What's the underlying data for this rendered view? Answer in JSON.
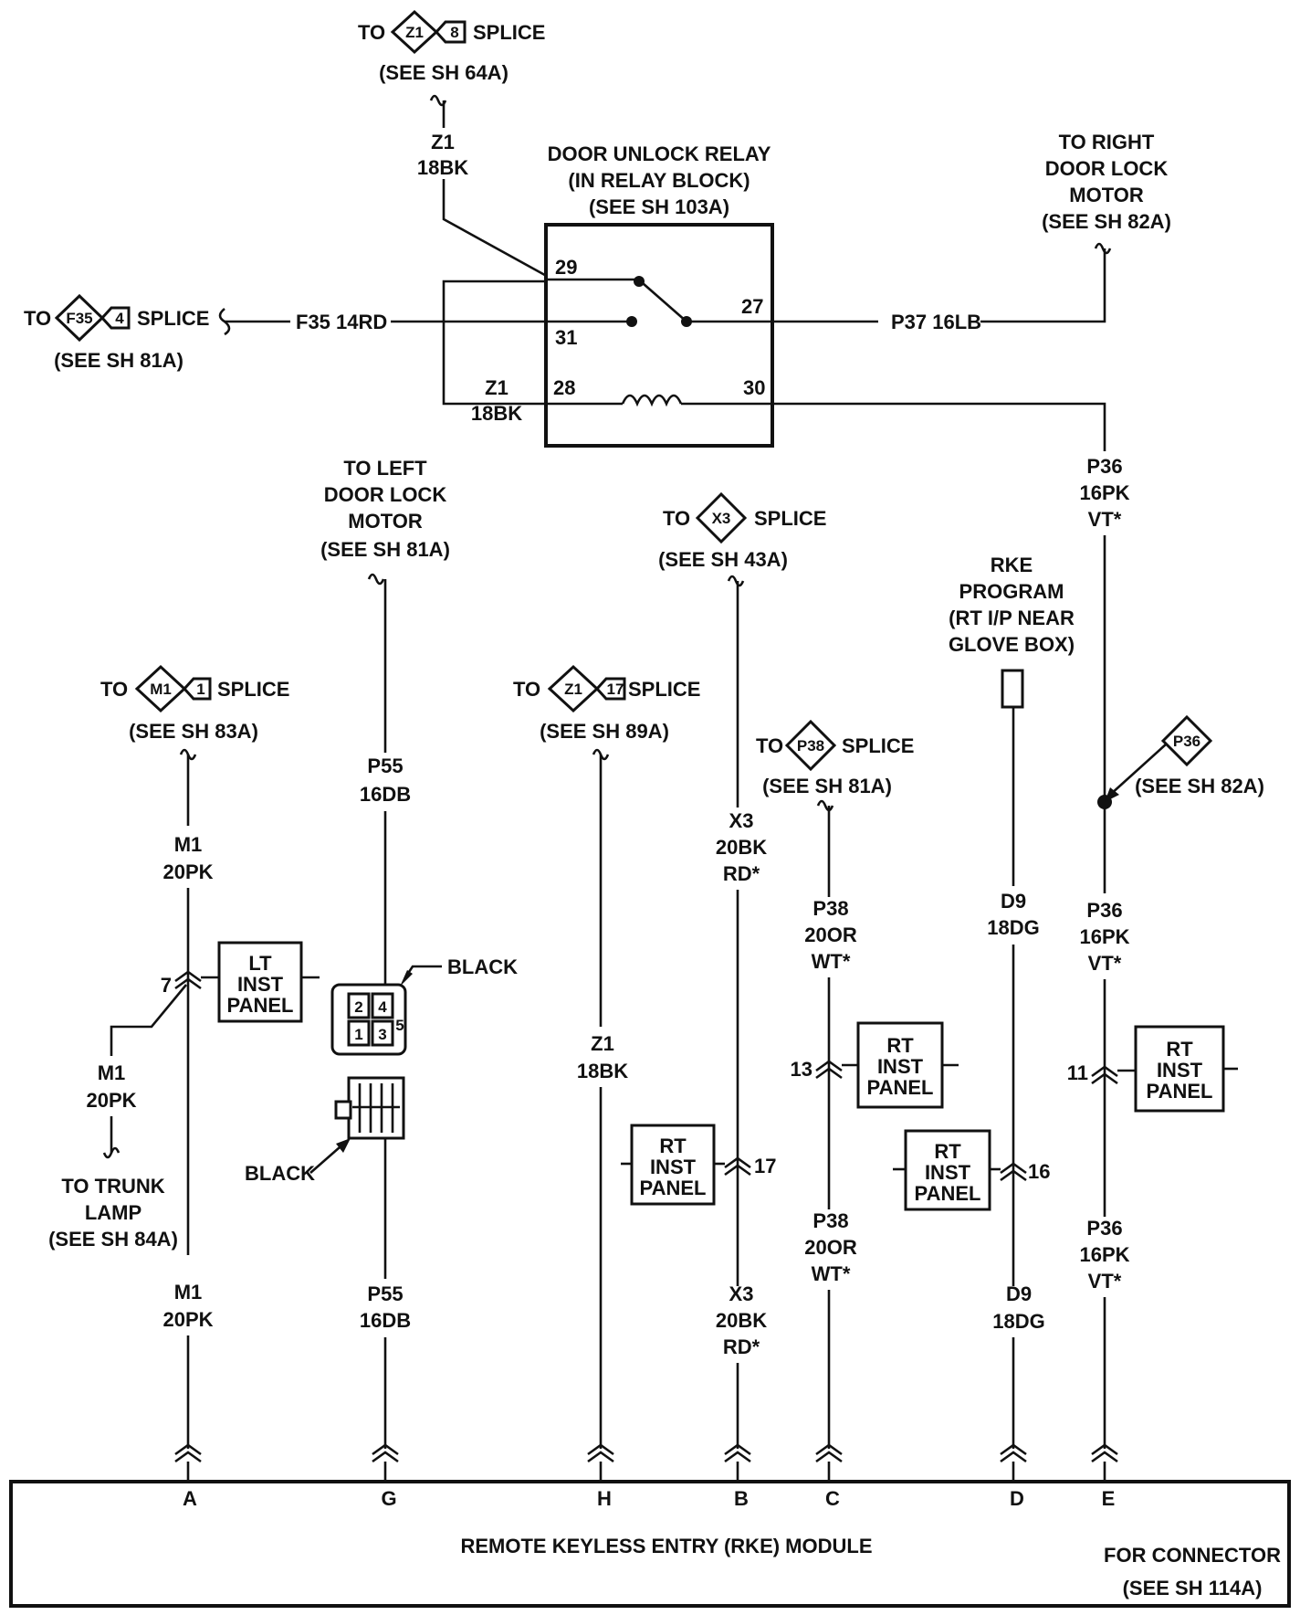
{
  "relay": {
    "title": "DOOR UNLOCK RELAY",
    "location": "(IN RELAY BLOCK)",
    "ref": "(SEE SH 103A)",
    "pins": {
      "p29": "29",
      "p31": "31",
      "p28": "28",
      "p27": "27",
      "p30": "30"
    }
  },
  "splice_z1_8": {
    "to": "TO",
    "diamond": "Z1",
    "num": "8",
    "label": "SPLICE",
    "ref": "(SEE SH 64A)",
    "wire_code": "Z1",
    "wire_gauge": "18BK"
  },
  "right_lock": {
    "l1": "TO RIGHT",
    "l2": "DOOR LOCK",
    "l3": "MOTOR",
    "ref": "(SEE SH 82A)",
    "wire": "P37 16LB"
  },
  "splice_f35": {
    "to": "TO",
    "diamond": "F35",
    "num": "4",
    "label": "SPLICE",
    "ref": "(SEE SH 81A)",
    "wire": "F35 14RD"
  },
  "z1_loop": {
    "code": "Z1",
    "gauge": "18BK"
  },
  "left_lock": {
    "l1": "TO LEFT",
    "l2": "DOOR LOCK",
    "l3": "MOTOR",
    "ref": "(SEE SH 81A)",
    "w1": "P55",
    "w2": "16DB",
    "w3": "P55",
    "w4": "16DB",
    "black1": "BLACK",
    "black2": "BLACK",
    "cav1": "1",
    "cav2": "2",
    "cav3": "3",
    "cav4": "4",
    "cav5": "5"
  },
  "splice_m1": {
    "to": "TO",
    "diamond": "M1",
    "num": "1",
    "label": "SPLICE",
    "ref": "(SEE SH 83A)",
    "w1": "M1",
    "w2": "20PK",
    "pin": "7",
    "w3": "M1",
    "w4": "20PK",
    "w5": "M1",
    "w6": "20PK"
  },
  "trunk": {
    "l1": "TO TRUNK",
    "l2": "LAMP",
    "ref": "(SEE SH 84A)"
  },
  "lt_panel": {
    "l1": "LT",
    "l2": "INST",
    "l3": "PANEL"
  },
  "splice_x3": {
    "to": "TO",
    "diamond": "X3",
    "label": "SPLICE",
    "ref": "(SEE SH 43A)",
    "w1": "X3",
    "w2": "20BK",
    "w3": "RD*",
    "pin": "17",
    "w4": "X3",
    "w5": "20BK",
    "w6": "RD*"
  },
  "splice_z1_17": {
    "to": "TO",
    "diamond": "Z1",
    "num": "17",
    "label": "SPLICE",
    "ref": "(SEE SH 89A)",
    "w1": "Z1",
    "w2": "18BK"
  },
  "splice_p38": {
    "to": "TO",
    "diamond": "P38",
    "label": "SPLICE",
    "ref": "(SEE SH 81A)",
    "w1": "P38",
    "w2": "20OR",
    "w3": "WT*",
    "pin": "13",
    "w4": "P38",
    "w5": "20OR",
    "w6": "WT*"
  },
  "rke_program": {
    "l1": "RKE",
    "l2": "PROGRAM",
    "l3": "(RT I/P NEAR",
    "l4": "GLOVE BOX)",
    "w1": "D9",
    "w2": "18DG",
    "pin": "16",
    "w3": "D9",
    "w4": "18DG"
  },
  "p36": {
    "w1": "P36",
    "w2": "16PK",
    "w3": "VT*",
    "diamond": "P36",
    "ref": "(SEE SH 82A)",
    "w4": "P36",
    "w5": "16PK",
    "w6": "VT*",
    "pin": "11",
    "w7": "P36",
    "w8": "16PK",
    "w9": "VT*"
  },
  "rt_panel": {
    "l1": "RT",
    "l2": "INST",
    "l3": "PANEL"
  },
  "module": {
    "title": "REMOTE KEYLESS ENTRY (RKE) MODULE",
    "conn1": "FOR CONNECTOR",
    "conn2": "(SEE SH 114A)",
    "pins": [
      "A",
      "G",
      "H",
      "B",
      "C",
      "D",
      "E"
    ]
  }
}
